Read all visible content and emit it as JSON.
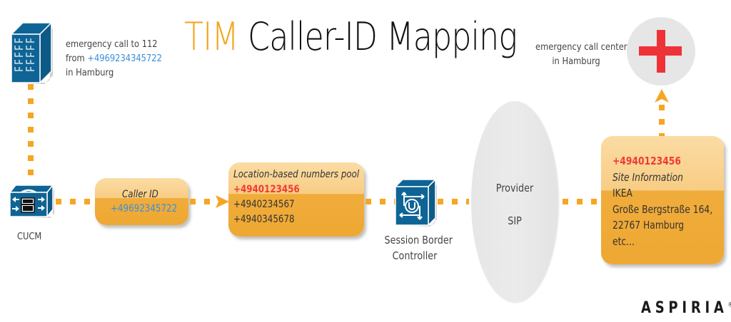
{
  "title": {
    "accent": "TIM",
    "main": "Caller-ID Mapping"
  },
  "source": {
    "icon": "building-icon",
    "line1": "emergency call to 112",
    "line2_prefix": "from ",
    "line2_number": "+4969234345722",
    "line3": "in Hamburg"
  },
  "cucm": {
    "icon": "call-manager-icon",
    "label": "CUCM"
  },
  "caller_id_box": {
    "heading": "Caller ID",
    "number": "+49692345722"
  },
  "pool_box": {
    "heading": "Location-based numbers pool",
    "selected": "+4940123456",
    "numbers": [
      "+4940234567",
      "+4940345678"
    ]
  },
  "sbc": {
    "icon": "session-border-controller-icon",
    "label_line1": "Session Border",
    "label_line2": "Controller"
  },
  "provider": {
    "line1": "Provider",
    "line2": "SIP"
  },
  "site_box": {
    "number": "+4940123456",
    "heading": "Site Information",
    "lines": [
      "IKEA",
      "Große Bergstraße 164,",
      "22767 Hamburg",
      "etc..."
    ]
  },
  "destination": {
    "icon": "red-cross-icon",
    "line1": "emergency call center",
    "line2": "in Hamburg"
  },
  "logo": {
    "text": "ASPIRIA",
    "mark": "®"
  },
  "colors": {
    "accent": "#f5a623",
    "blue_number": "#3a8fdc",
    "red_number": "#ef3b36",
    "cube_blue": "#0f6496",
    "cross_red": "#ee3338",
    "circle_grey": "#e6e6e6"
  }
}
